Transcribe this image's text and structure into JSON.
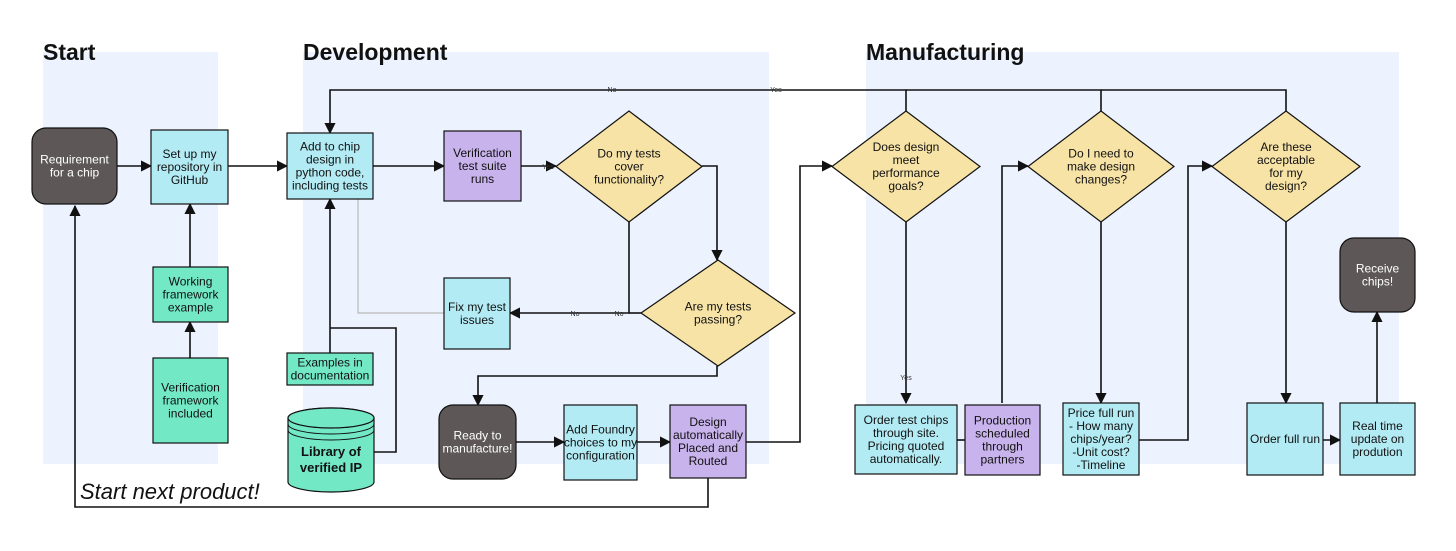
{
  "colors": {
    "phase_bg": "#ecf3fe",
    "terminal": "#5d5857",
    "process": "#b3ebf4",
    "verify": "#c9b3ed",
    "decision": "#f7e3a6",
    "green": "#72e8c4",
    "stroke": "#111111"
  },
  "phases": [
    {
      "id": "start",
      "title": "Start"
    },
    {
      "id": "development",
      "title": "Development"
    },
    {
      "id": "manufacturing",
      "title": "Manufacturing"
    }
  ],
  "nodes": [
    {
      "id": "requirement",
      "shape": "terminal",
      "lines": [
        "Requirement",
        "for a chip"
      ]
    },
    {
      "id": "repo",
      "shape": "process",
      "lines": [
        "Set up my",
        "repository in",
        "GitHub"
      ]
    },
    {
      "id": "working-framework",
      "shape": "green",
      "lines": [
        "Working",
        "framework",
        "example"
      ]
    },
    {
      "id": "verification-framework",
      "shape": "green",
      "lines": [
        "Verification",
        "framework",
        "included"
      ]
    },
    {
      "id": "add-chip-design",
      "shape": "process",
      "lines": [
        "Add to chip",
        "design in",
        "python code,",
        "including tests"
      ]
    },
    {
      "id": "verification-suite",
      "shape": "verify",
      "lines": [
        "Verification",
        "test suite",
        "runs"
      ]
    },
    {
      "id": "tests-cover",
      "shape": "decision",
      "lines": [
        "Do my tests",
        "cover",
        "functionality?"
      ]
    },
    {
      "id": "tests-passing",
      "shape": "decision",
      "lines": [
        "Are my tests",
        "passing?"
      ]
    },
    {
      "id": "fix-tests",
      "shape": "process",
      "lines": [
        "Fix my test",
        "issues"
      ]
    },
    {
      "id": "examples-docs",
      "shape": "green",
      "lines": [
        "Examples in",
        "documentation"
      ]
    },
    {
      "id": "library-ip",
      "shape": "cylinder",
      "lines": [
        "Library of",
        "verified IP"
      ]
    },
    {
      "id": "ready-manufacture",
      "shape": "terminal",
      "lines": [
        "Ready to",
        "manufacture!"
      ]
    },
    {
      "id": "foundry-choices",
      "shape": "process",
      "lines": [
        "Add Foundry",
        "choices to my",
        "configuration"
      ]
    },
    {
      "id": "placed-routed",
      "shape": "verify",
      "lines": [
        "Design",
        "automatically",
        "Placed and",
        "Routed"
      ]
    },
    {
      "id": "performance-goals",
      "shape": "decision",
      "lines": [
        "Does design",
        "meet",
        "performance",
        "goals?"
      ]
    },
    {
      "id": "order-test-chips",
      "shape": "process",
      "lines": [
        "Order test chips",
        "through site.",
        "Pricing quoted",
        "automatically."
      ]
    },
    {
      "id": "production-scheduled",
      "shape": "verify",
      "lines": [
        "Production",
        "scheduled",
        "through",
        "partners"
      ]
    },
    {
      "id": "design-changes",
      "shape": "decision",
      "lines": [
        "Do I need to",
        "make design",
        "changes?"
      ]
    },
    {
      "id": "price-full-run",
      "shape": "process",
      "lines": [
        "Price full run",
        "- How many",
        "chips/year?",
        "-Unit cost?",
        "-Timeline"
      ]
    },
    {
      "id": "acceptable",
      "shape": "decision",
      "lines": [
        "Are these",
        "acceptable",
        "for my",
        "design?"
      ]
    },
    {
      "id": "order-full-run",
      "shape": "process",
      "lines": [
        "Order full run"
      ]
    },
    {
      "id": "real-time-update",
      "shape": "process",
      "lines": [
        "Real time",
        "update on",
        "prodution"
      ]
    },
    {
      "id": "receive-chips",
      "shape": "terminal",
      "lines": [
        "Receive",
        "chips!"
      ]
    }
  ],
  "edge_labels": [
    {
      "id": "yes-cover",
      "text": "Yes"
    },
    {
      "id": "no-pass-1",
      "text": "No"
    },
    {
      "id": "no-pass-2",
      "text": "No"
    },
    {
      "id": "no-top",
      "text": "No"
    },
    {
      "id": "yes-top",
      "text": "Yes"
    },
    {
      "id": "yes-perf",
      "text": "Yes"
    }
  ],
  "caption": "Start next product!"
}
